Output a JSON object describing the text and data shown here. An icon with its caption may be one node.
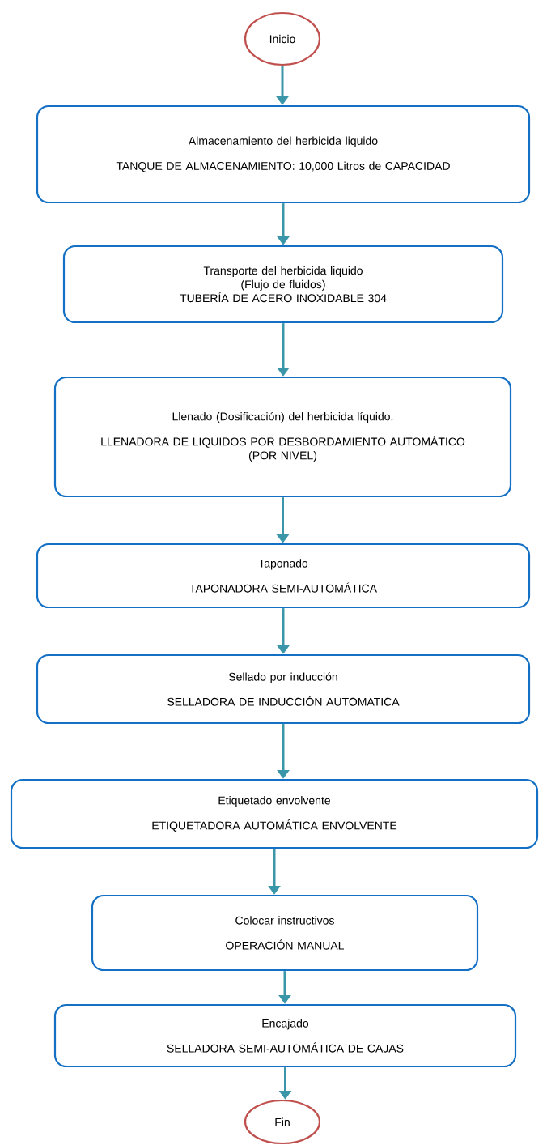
{
  "diagram": {
    "nodes": [
      {
        "text": [
          "Inicio"
        ]
      },
      {
        "text": [
          "Almacenamiento del herbicida liquido",
          "TANQUE DE ALMACENAMIENTO: 10,000 Litros de CAPACIDAD"
        ]
      },
      {
        "text": [
          "Transporte del herbicida liquido",
          "(Flujo de fluidos)",
          "TUBERÍA DE ACERO INOXIDABLE 304"
        ]
      },
      {
        "text": [
          "Llenado (Dosificación) del herbicida líquido.",
          "LLENADORA DE LIQUIDOS POR DESBORDAMIENTO AUTOMÁTICO",
          "(POR NIVEL)"
        ]
      },
      {
        "text": [
          "Taponado",
          "TAPONADORA SEMI-AUTOMÁTICA"
        ]
      },
      {
        "text": [
          "Sellado por inducción",
          "SELLADORA DE INDUCCIÓN AUTOMATICA"
        ]
      },
      {
        "text": [
          "Etiquetado envolvente",
          "ETIQUETADORA AUTOMÁTICA ENVOLVENTE"
        ]
      },
      {
        "text": [
          "Colocar instructivos",
          "OPERACIÓN MANUAL"
        ]
      },
      {
        "text": [
          "Encajado",
          "SELLADORA SEMI-AUTOMÁTICA DE CAJAS"
        ]
      },
      {
        "text": [
          "Fin"
        ]
      }
    ],
    "edges": [
      {
        "from": 0,
        "to": 1,
        "arrow": "to"
      },
      {
        "from": 1,
        "to": 2,
        "arrow": "to"
      },
      {
        "from": 2,
        "to": 3,
        "arrow": "to"
      },
      {
        "from": 3,
        "to": 4,
        "arrow": "to"
      },
      {
        "from": 4,
        "to": 5,
        "arrow": "to"
      },
      {
        "from": 5,
        "to": 6,
        "arrow": "to"
      },
      {
        "from": 6,
        "to": 7,
        "arrow": "to"
      },
      {
        "from": 7,
        "to": 8,
        "arrow": "to"
      },
      {
        "from": 8,
        "to": 9,
        "arrow": "to"
      }
    ]
  }
}
